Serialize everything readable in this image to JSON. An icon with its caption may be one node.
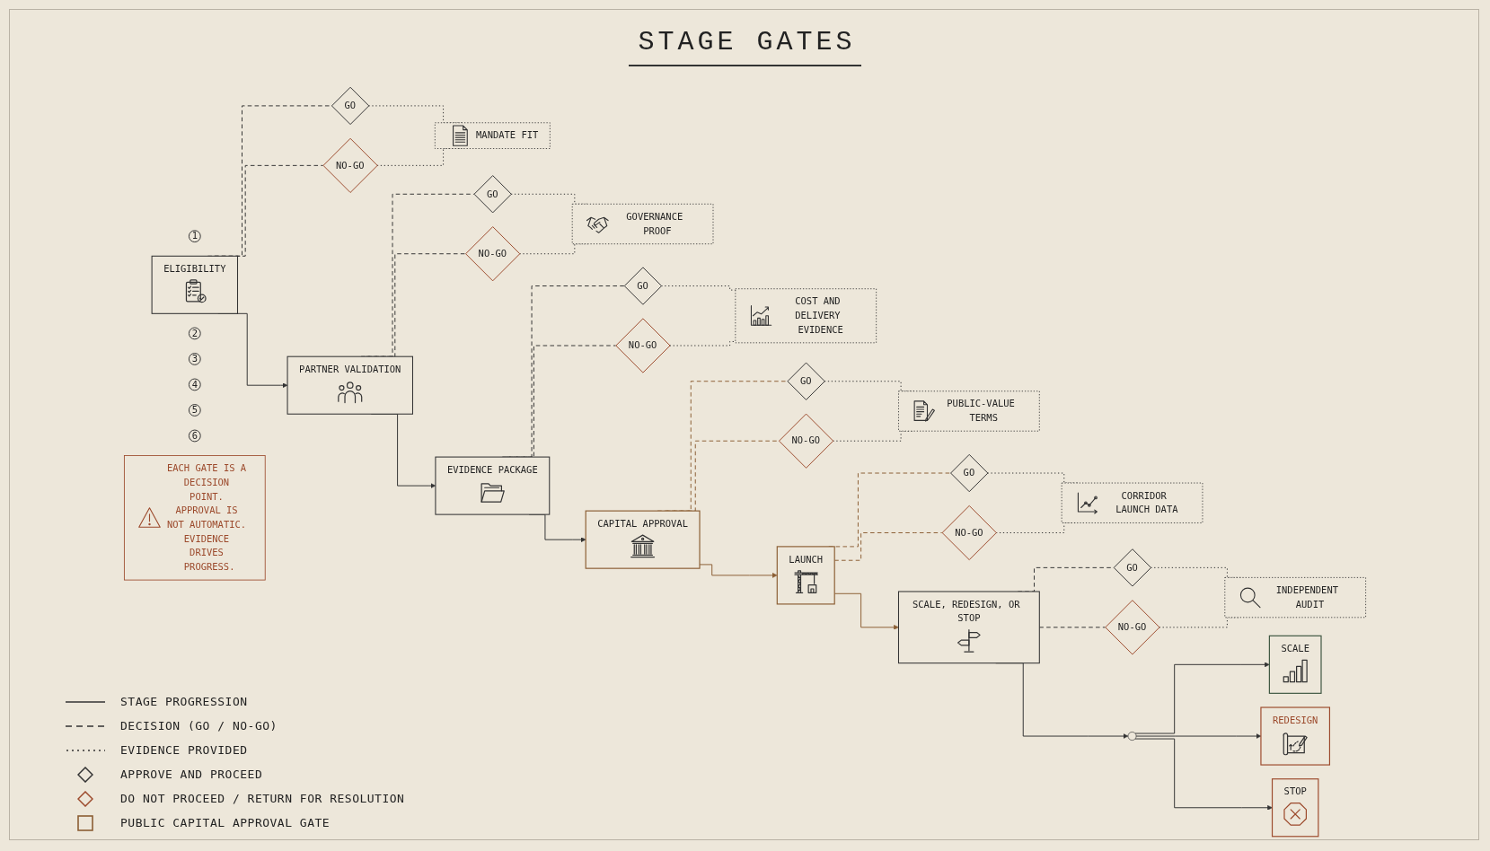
{
  "diagram": {
    "title": "STAGE GATES",
    "nodes": [
      {
        "text": [
          "1"
        ]
      },
      {
        "text": [
          "ELIGIBILITY"
        ]
      },
      {
        "text": [
          "GO"
        ]
      },
      {
        "text": [
          "NO-GO"
        ]
      },
      {
        "text": [
          "MANDATE FIT"
        ]
      },
      {
        "text": [
          "2"
        ]
      },
      {
        "text": [
          "PARTNER VALIDATION"
        ]
      },
      {
        "text": [
          "GO"
        ]
      },
      {
        "text": [
          "NO-GO"
        ]
      },
      {
        "text": [
          "GOVERNANCE PROOF"
        ]
      },
      {
        "text": [
          "3"
        ]
      },
      {
        "text": [
          "EVIDENCE PACKAGE"
        ]
      },
      {
        "text": [
          "GO"
        ]
      },
      {
        "text": [
          "NO-GO"
        ]
      },
      {
        "text": [
          "COST AND DELIVERY EVIDENCE"
        ]
      },
      {
        "text": [
          "4"
        ]
      },
      {
        "text": [
          "CAPITAL APPROVAL"
        ]
      },
      {
        "text": [
          "GO"
        ]
      },
      {
        "text": [
          "NO-GO"
        ]
      },
      {
        "text": [
          "PUBLIC-VALUE TERMS"
        ]
      },
      {
        "text": [
          "5"
        ]
      },
      {
        "text": [
          "LAUNCH"
        ]
      },
      {
        "text": [
          "GO"
        ]
      },
      {
        "text": [
          "NO-GO"
        ]
      },
      {
        "text": [
          "CORRIDOR LAUNCH DATA"
        ]
      },
      {
        "text": [
          "6"
        ]
      },
      {
        "text": [
          "SCALE, REDESIGN, OR STOP"
        ]
      },
      {
        "text": [
          "GO"
        ]
      },
      {
        "text": [
          "NO-GO"
        ]
      },
      {
        "text": [
          "INDEPENDENT AUDIT"
        ]
      },
      {
        "text": [],
        "shape": "circle"
      },
      {
        "text": [
          "SCALE"
        ]
      },
      {
        "text": [
          "REDESIGN"
        ]
      },
      {
        "text": [
          "STOP"
        ]
      },
      {
        "text": [
          "EACH GATE IS A DECISION POINT. APPROVAL IS NOT AUTOMATIC. EVIDENCE DRIVES PROGRESS."
        ]
      }
    ],
    "edges": [
      {
        "from": 1,
        "to": 2,
        "arrow": "none",
        "style": "dashed"
      },
      {
        "from": 1,
        "to": 3,
        "arrow": "none",
        "style": "dashed"
      },
      {
        "from": 2,
        "to": 4,
        "arrow": "none",
        "style": "dashed"
      },
      {
        "from": 3,
        "to": 4,
        "arrow": "none",
        "style": "dashed"
      },
      {
        "from": 1,
        "to": 6,
        "arrow": "to"
      },
      {
        "from": 6,
        "to": 7,
        "arrow": "none",
        "style": "dashed"
      },
      {
        "from": 6,
        "to": 8,
        "arrow": "none",
        "style": "dashed"
      },
      {
        "from": 7,
        "to": 9,
        "arrow": "none",
        "style": "dashed"
      },
      {
        "from": 8,
        "to": 9,
        "arrow": "none",
        "style": "dashed"
      },
      {
        "from": 6,
        "to": 11,
        "arrow": "to"
      },
      {
        "from": 11,
        "to": 12,
        "arrow": "none",
        "style": "dashed"
      },
      {
        "from": 11,
        "to": 13,
        "arrow": "none",
        "style": "dashed"
      },
      {
        "from": 12,
        "to": 14,
        "arrow": "none",
        "style": "dashed"
      },
      {
        "from": 13,
        "to": 14,
        "arrow": "none",
        "style": "dashed"
      },
      {
        "from": 11,
        "to": 16,
        "arrow": "to"
      },
      {
        "from": 16,
        "to": 17,
        "arrow": "none",
        "style": "dashed",
        "color": "#8b5e34"
      },
      {
        "from": 16,
        "to": 18,
        "arrow": "none",
        "style": "dashed",
        "color": "#8b5e34"
      },
      {
        "from": 17,
        "to": 19,
        "arrow": "none",
        "style": "dashed"
      },
      {
        "from": 18,
        "to": 19,
        "arrow": "none",
        "style": "dashed"
      },
      {
        "from": 16,
        "to": 21,
        "arrow": "to",
        "color": "#8b5e34"
      },
      {
        "from": 21,
        "to": 22,
        "arrow": "none",
        "style": "dashed",
        "color": "#8b5e34"
      },
      {
        "from": 21,
        "to": 23,
        "arrow": "none",
        "style": "dashed",
        "color": "#8b5e34"
      },
      {
        "from": 22,
        "to": 24,
        "arrow": "none",
        "style": "dashed"
      },
      {
        "from": 23,
        "to": 24,
        "arrow": "none",
        "style": "dashed"
      },
      {
        "from": 21,
        "to": 26,
        "arrow": "to",
        "color": "#8b5e34"
      },
      {
        "from": 26,
        "to": 27,
        "arrow": "none",
        "style": "dashed"
      },
      {
        "from": 26,
        "to": 28,
        "arrow": "none",
        "style": "dashed"
      },
      {
        "from": 27,
        "to": 29,
        "arrow": "none",
        "style": "dashed"
      },
      {
        "from": 28,
        "to": 29,
        "arrow": "none",
        "style": "dashed"
      },
      {
        "from": 26,
        "to": 30,
        "arrow": "to"
      },
      {
        "from": 30,
        "to": 31,
        "arrow": "to"
      },
      {
        "from": 30,
        "to": 32,
        "arrow": "to"
      },
      {
        "from": 30,
        "to": 33,
        "arrow": "to"
      }
    ],
    "legend": [
      {
        "text": "STAGE PROGRESSION"
      },
      {
        "text": "DECISION (GO / NO-GO)"
      },
      {
        "text": "EVIDENCE PROVIDED"
      },
      {
        "text": "APPROVE AND PROCEED"
      },
      {
        "text": "DO NOT PROCEED / RETURN FOR RESOLUTION"
      },
      {
        "text": "PUBLIC CAPITAL APPROVAL GATE"
      }
    ]
  }
}
